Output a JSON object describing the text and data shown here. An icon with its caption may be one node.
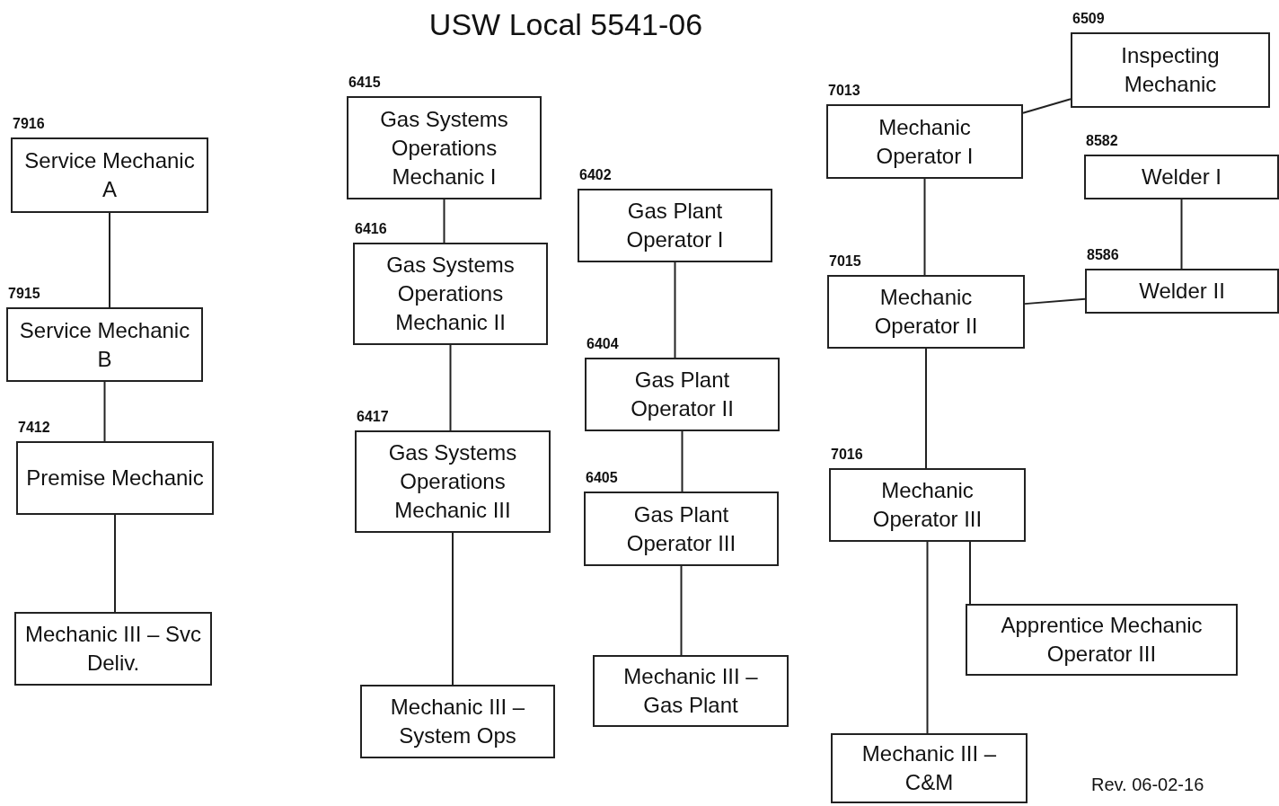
{
  "diagram": {
    "title": "USW Local 5541-06",
    "nodes": [
      {
        "text": [
          "Service Mechanic A"
        ],
        "beside": [
          "7916"
        ]
      },
      {
        "text": [
          "Service Mechanic B"
        ],
        "beside": [
          "7915"
        ]
      },
      {
        "text": [
          "Premise Mechanic"
        ],
        "beside": [
          "7412"
        ]
      },
      {
        "text": [
          "Mechanic III – Svc Deliv."
        ]
      },
      {
        "text": [
          "Gas Systems Operations Mechanic I"
        ],
        "beside": [
          "6415"
        ]
      },
      {
        "text": [
          "Gas Systems Operations Mechanic II"
        ],
        "beside": [
          "6416"
        ]
      },
      {
        "text": [
          "Gas Systems Operations Mechanic III"
        ],
        "beside": [
          "6417"
        ]
      },
      {
        "text": [
          "Mechanic III – System Ops"
        ]
      },
      {
        "text": [
          "Gas Plant Operator I"
        ],
        "beside": [
          "6402"
        ]
      },
      {
        "text": [
          "Gas Plant Operator II"
        ],
        "beside": [
          "6404"
        ]
      },
      {
        "text": [
          "Gas Plant Operator III"
        ],
        "beside": [
          "6405"
        ]
      },
      {
        "text": [
          "Mechanic III – Gas Plant"
        ]
      },
      {
        "text": [
          "Inspecting Mechanic"
        ],
        "beside": [
          "6509"
        ]
      },
      {
        "text": [
          "Mechanic Operator I"
        ],
        "beside": [
          "7013"
        ]
      },
      {
        "text": [
          "Welder I"
        ],
        "beside": [
          "8582"
        ]
      },
      {
        "text": [
          "Welder II"
        ],
        "beside": [
          "8586"
        ]
      },
      {
        "text": [
          "Mechanic Operator II"
        ],
        "beside": [
          "7015"
        ]
      },
      {
        "text": [
          "Mechanic Operator III"
        ],
        "beside": [
          "7016"
        ]
      },
      {
        "text": [
          "Apprentice Mechanic Operator III"
        ]
      },
      {
        "text": [
          "Mechanic III – C&M"
        ]
      }
    ],
    "edges": [
      {
        "from": 0,
        "to": 1,
        "arrow": "none"
      },
      {
        "from": 1,
        "to": 2,
        "arrow": "none"
      },
      {
        "from": 2,
        "to": 3,
        "arrow": "none"
      },
      {
        "from": 4,
        "to": 5,
        "arrow": "none"
      },
      {
        "from": 5,
        "to": 6,
        "arrow": "none"
      },
      {
        "from": 6,
        "to": 7,
        "arrow": "none"
      },
      {
        "from": 8,
        "to": 9,
        "arrow": "none"
      },
      {
        "from": 9,
        "to": 10,
        "arrow": "none"
      },
      {
        "from": 10,
        "to": 11,
        "arrow": "none"
      },
      {
        "from": 13,
        "to": 12,
        "arrow": "none"
      },
      {
        "from": 14,
        "to": 15,
        "arrow": "none"
      },
      {
        "from": 13,
        "to": 16,
        "arrow": "none"
      },
      {
        "from": 16,
        "to": 15,
        "arrow": "none"
      },
      {
        "from": 16,
        "to": 17,
        "arrow": "none"
      },
      {
        "from": 17,
        "to": 18,
        "arrow": "none"
      },
      {
        "from": 17,
        "to": 19,
        "arrow": "none"
      }
    ],
    "labels": [
      "Rev. 06-02-16"
    ]
  }
}
